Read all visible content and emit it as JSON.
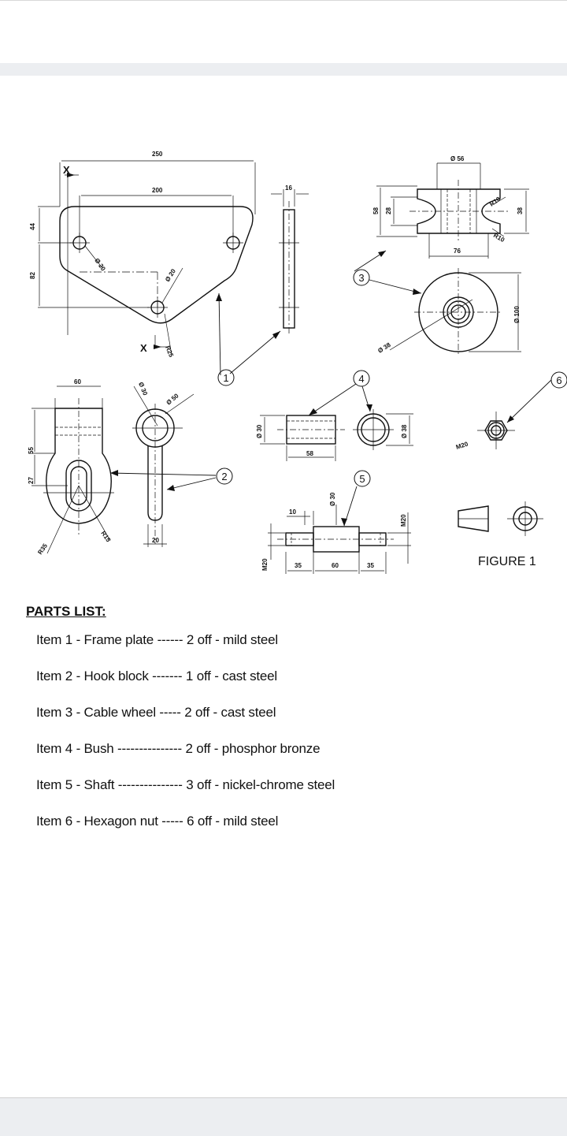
{
  "figure": {
    "caption": "FIGURE 1",
    "balloons": [
      "1",
      "2",
      "3",
      "4",
      "5",
      "6"
    ],
    "section_mark": "X",
    "dimensions": {
      "frame_plate": [
        "250",
        "200",
        "16",
        "44",
        "82",
        "Ø 20",
        "Ø 20",
        "R25"
      ],
      "hook_block": [
        "60",
        "55",
        "27",
        "Ø 30",
        "Ø 50",
        "R35",
        "R15",
        "20"
      ],
      "cable_wheel": [
        "Ø 56",
        "58",
        "28",
        "R10",
        "R10",
        "38",
        "76",
        "Ø 100",
        "Ø 38"
      ],
      "bush": [
        "Ø 30",
        "58",
        "Ø 38"
      ],
      "shaft": [
        "10",
        "Ø 30",
        "M20",
        "M20",
        "35",
        "60",
        "35"
      ],
      "hexagon_nut": [
        "M20"
      ]
    }
  },
  "parts_list": {
    "title": "PARTS LIST:",
    "items": [
      "Item 1 - Frame plate ------ 2 off - mild steel",
      "Item 2 - Hook block ------- 1 off - cast steel",
      "Item 3 - Cable wheel ----- 2 off - cast steel",
      "Item 4 - Bush --------------- 2 off - phosphor bronze",
      "Item 5 - Shaft --------------- 3 off - nickel-chrome steel",
      "Item 6 - Hexagon nut ----- 6 off - mild steel"
    ]
  }
}
